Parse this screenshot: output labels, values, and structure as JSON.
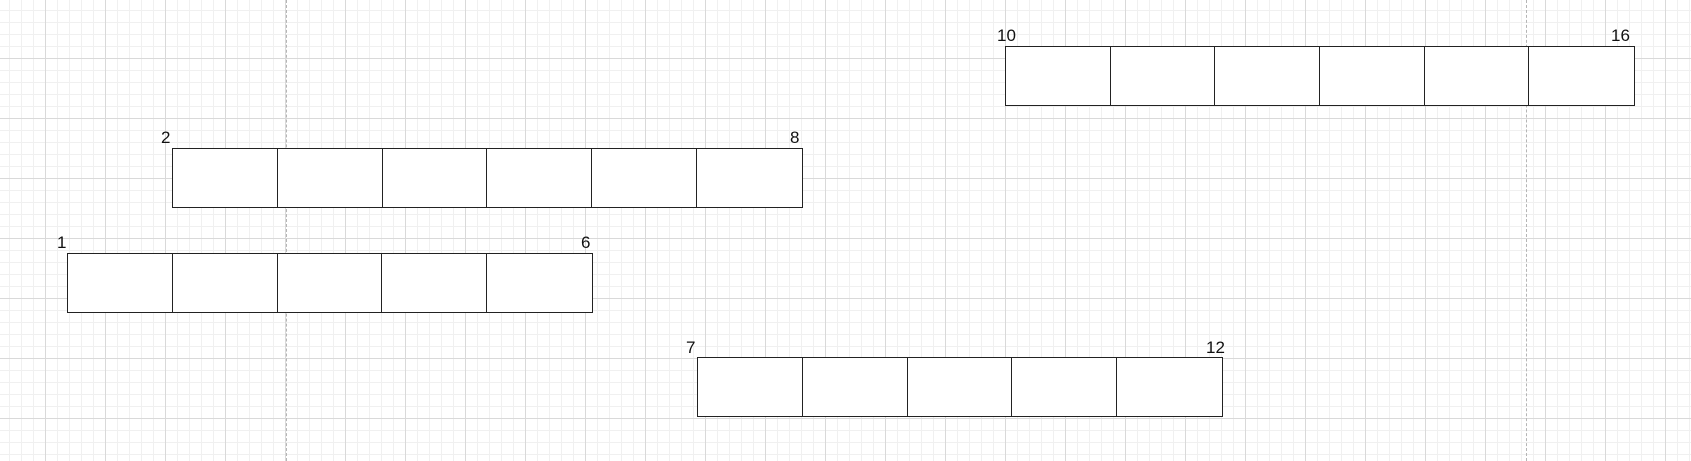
{
  "bars": [
    {
      "start_label": "10",
      "end_label": "16",
      "cells": 6
    },
    {
      "start_label": "2",
      "end_label": "8",
      "cells": 6
    },
    {
      "start_label": "1",
      "end_label": "6",
      "cells": 5
    },
    {
      "start_label": "7",
      "end_label": "12",
      "cells": 5
    }
  ],
  "colors": {
    "background": "#ffffff",
    "grid_major": "#d9d9d9",
    "grid_minor": "#f0f0f0",
    "guide_line": "#b5b5b5",
    "stroke": "#222222",
    "text": "#111111"
  }
}
